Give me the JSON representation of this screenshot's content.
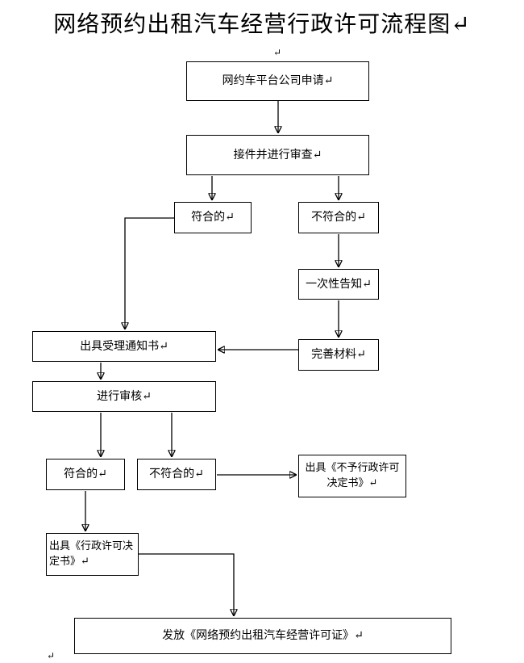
{
  "document": {
    "title": "网络预约出租汽车经营行政许可流程图↵",
    "top_paragraph_mark": "↵",
    "bottom_paragraph_mark": "↵"
  },
  "flowchart": {
    "line_color": "#000000",
    "box_border_color": "#000000",
    "box_background": "#ffffff",
    "nodes": {
      "apply": {
        "label": "网约车平台公司申请↵"
      },
      "intake_review": {
        "label": "接件并进行审查↵"
      },
      "compliant_first": {
        "label": "符合的↵"
      },
      "noncompliant_first": {
        "label": "不符合的↵"
      },
      "one_time_notice": {
        "label": "一次性告知↵"
      },
      "complete_materials": {
        "label": "完善材料↵"
      },
      "acceptance_notice": {
        "label": "出具受理通知书↵"
      },
      "conduct_review": {
        "label": "进行审核↵"
      },
      "compliant_second": {
        "label": "符合的↵"
      },
      "noncompliant_second": {
        "label": "不符合的↵"
      },
      "denial_decision": {
        "label": "出具《不予行政许可决定书》↵"
      },
      "approval_decision": {
        "label": "出具《行政许可决定书》↵"
      },
      "issue_license": {
        "label": "发放《网络预约出租汽车经营许可证》↵"
      }
    }
  }
}
